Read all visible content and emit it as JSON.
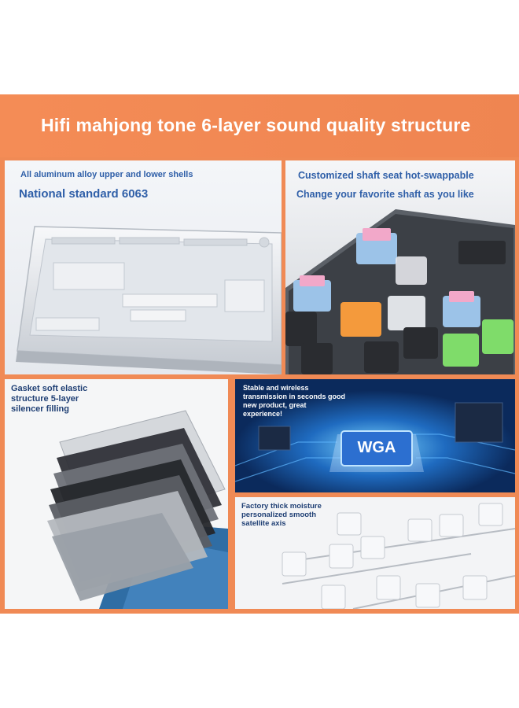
{
  "headline": "Hifi mahjong tone 6-layer sound quality structure",
  "panels": {
    "shell": {
      "line1": "All aluminum alloy upper and lower shells",
      "line2": "National standard 6063"
    },
    "hotswap": {
      "line1": "Customized shaft seat hot-swappable",
      "line2": "Change your favorite shaft as you like"
    },
    "gasket": {
      "line1": "Gasket soft elastic",
      "line2": "structure 5-layer",
      "line3": "silencer filling"
    },
    "wireless": {
      "line1": "Stable and wireless",
      "line2": "transmission in seconds good",
      "line3": "new product, great",
      "line4": "experience!",
      "chip_label": "WGA"
    },
    "stabilizer": {
      "line1": "Factory thick moisture",
      "line2": "personalized smooth",
      "line3": "satellite axis"
    }
  },
  "colors": {
    "orange": "#f08a55",
    "title_blue": "#2f5fa8",
    "white": "#ffffff"
  }
}
